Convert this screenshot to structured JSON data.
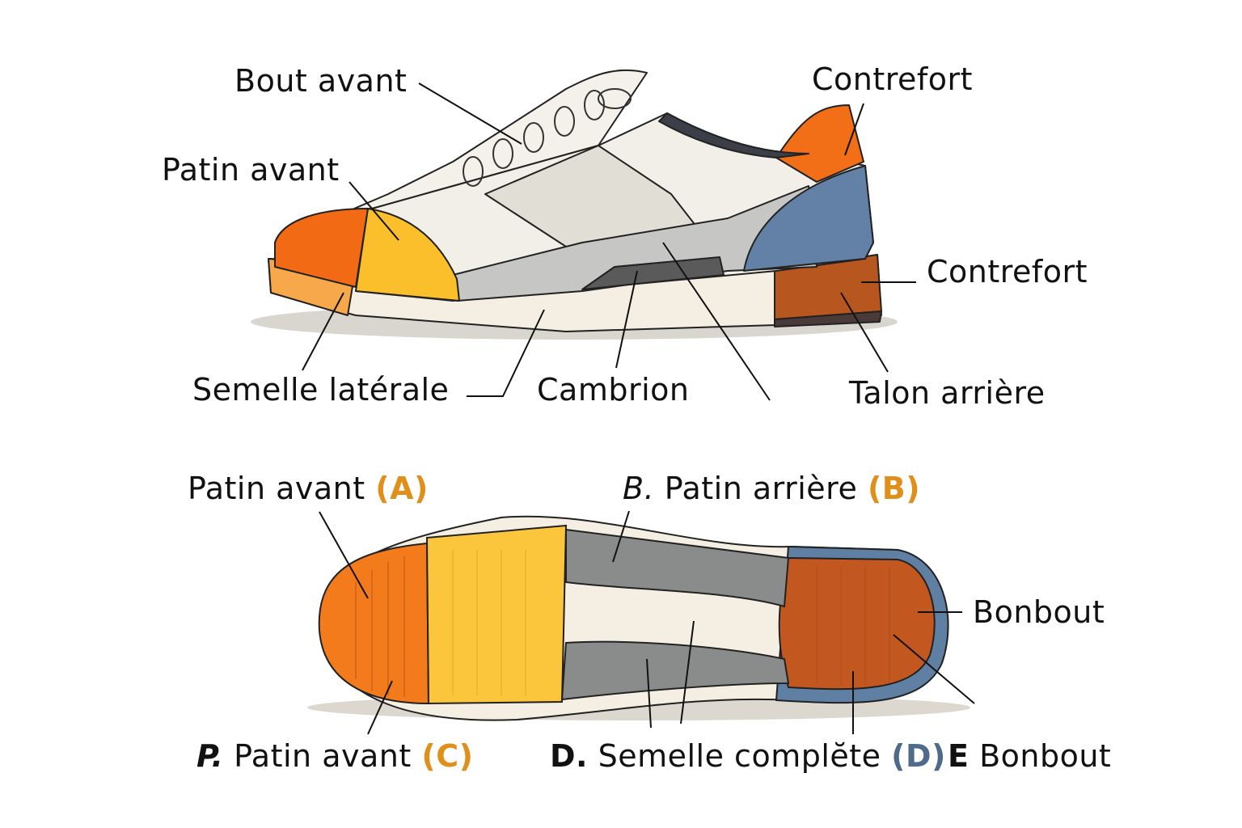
{
  "colors": {
    "orange_label": "#e0901a",
    "blue_label": "#4f6a8a",
    "toe_orange": "#f06a14",
    "yellow": "#fbc43a",
    "grey": "#8a8c8c",
    "heel_brown": "#c2581f",
    "heel_blue": "#5f7fa3",
    "cream": "#f4efe2"
  },
  "side_view": {
    "labels": {
      "bout_avant": "Bout avant",
      "contrefort_top": "Contrefort",
      "patin_avant": "Patin avant",
      "contrefort_right": "Contrefort",
      "semelle_laterale": "Semelle latérale",
      "cambrion": "Cambrion",
      "talon_arriere": "Talon arrière"
    }
  },
  "sole_view": {
    "labels": {
      "patin_avant_a": "Patin avant",
      "patin_avant_a_letter": "(A)",
      "patin_arriere_prefix": "B.",
      "patin_arriere": "Patin arrière",
      "patin_arriere_letter": "(B)",
      "bonbout_right": "Bonbout",
      "patin_avant_c_prefix": "P.",
      "patin_avant_c": "Patin avant",
      "patin_avant_c_letter": "(C)",
      "semelle_prefix": "D.",
      "semelle_complete": "Semelle complĕte",
      "semelle_letter": "(D)",
      "bonbout_prefix": "E",
      "bonbout_bottom": "Bonbout"
    }
  }
}
